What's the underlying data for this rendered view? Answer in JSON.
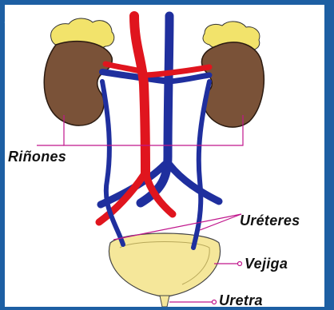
{
  "labels": {
    "kidneys": "Riñones",
    "ureters": "Uréteres",
    "bladder": "Vejiga",
    "urethra": "Uretra"
  },
  "colors": {
    "background": "#1d5fa3",
    "kidney": "#7a5238",
    "adrenal": "#f2e36b",
    "artery": "#e0151e",
    "vein": "#1f2f9e",
    "bladder": "#f5e79a",
    "pointer": "#c0168c"
  }
}
